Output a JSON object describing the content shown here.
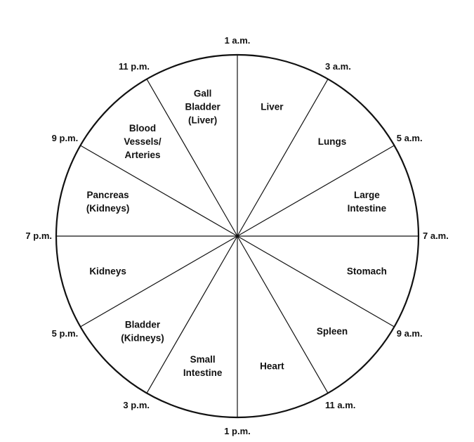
{
  "segments": [
    {
      "organ": [
        "Liver"
      ],
      "start_time": "1 a.m."
    },
    {
      "organ": [
        "Lungs"
      ],
      "start_time": "3 a.m."
    },
    {
      "organ": [
        "Large",
        "Intestine"
      ],
      "start_time": "5 a.m."
    },
    {
      "organ": [
        "Stomach"
      ],
      "start_time": "7 a.m."
    },
    {
      "organ": [
        "Spleen"
      ],
      "start_time": "9 a.m."
    },
    {
      "organ": [
        "Heart"
      ],
      "start_time": "11 a.m."
    },
    {
      "organ": [
        "Small",
        "Intestine"
      ],
      "start_time": "1 p.m."
    },
    {
      "organ": [
        "Bladder",
        "(Kidneys)"
      ],
      "start_time": "3 p.m."
    },
    {
      "organ": [
        "Kidneys"
      ],
      "start_time": "5 p.m."
    },
    {
      "organ": [
        "Pancreas",
        "(Kidneys)"
      ],
      "start_time": "7 p.m."
    },
    {
      "organ": [
        "Blood",
        "Vessels/",
        "Arteries"
      ],
      "start_time": "9 p.m."
    },
    {
      "organ": [
        "Gall",
        "Bladder",
        "(Liver)"
      ],
      "start_time": "11 p.m."
    }
  ],
  "colors": {
    "line": "#111111",
    "background": "#ffffff"
  }
}
